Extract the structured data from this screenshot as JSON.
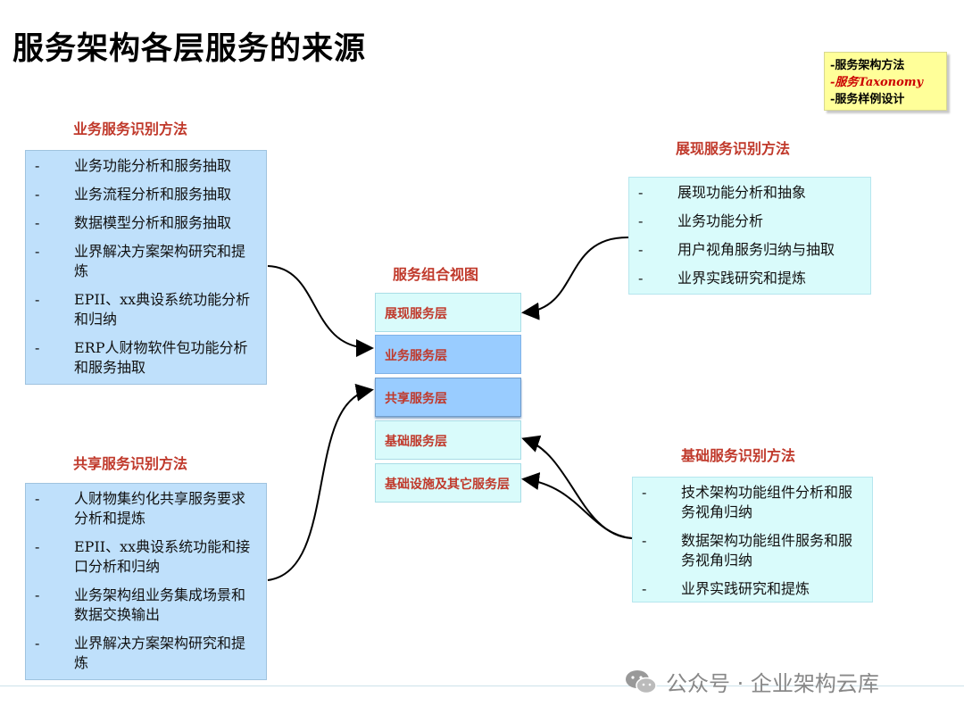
{
  "title": "服务架构各层服务的来源",
  "note": {
    "line1": "-服务架构方法",
    "line2_prefix": "-服务",
    "line2_highlight": "Taxonomy",
    "line3": "-服务样例设计"
  },
  "business": {
    "title": "业务服务识别方法",
    "items": [
      "业务功能分析和服务抽取",
      "业务流程分析和服务抽取",
      "数据模型分析和服务抽取",
      "业界解决方案架构研究和提炼",
      "EPII、xx典设系统功能分析和归纳",
      "ERP人财物软件包功能分析和服务抽取"
    ]
  },
  "shared": {
    "title": "共享服务识别方法",
    "items": [
      "人财物集约化共享服务要求分析和提炼",
      "EPII、xx典设系统功能和接口分析和归纳",
      "业务架构组业务集成场景和数据交换输出",
      "业界解决方案架构研究和提炼"
    ]
  },
  "presentation": {
    "title": "展现服务识别方法",
    "items": [
      "展现功能分析和抽象",
      "业务功能分析",
      "用户视角服务归纳与抽取",
      "业界实践研究和提炼"
    ]
  },
  "foundation": {
    "title": "基础服务识别方法",
    "items": [
      "技术架构功能组件分析和服务视角归纳",
      "数据架构功能组件服务和服务视角归纳",
      "业界实践研究和提炼"
    ]
  },
  "center": {
    "title": "服务组合视图",
    "layers": [
      "展现服务层",
      "业务服务层",
      "共享服务层",
      "基础服务层",
      "基础设施及其它服务层"
    ]
  },
  "item_marker": "-",
  "watermark": "公众号 · 企业架构云库",
  "colors": {
    "section_title": "#c0392b",
    "blue_box": "#bfe0fb",
    "cyan_box": "#d9fbfb",
    "layer_blue": "#99ccff",
    "note_bg": "#ffff99"
  }
}
